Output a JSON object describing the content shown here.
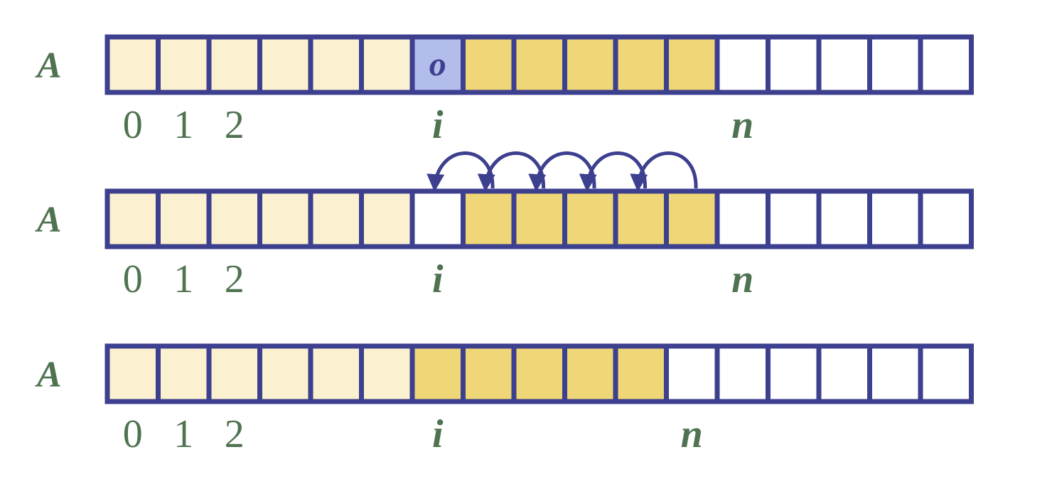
{
  "colors": {
    "border": "#3d3f8f",
    "filled_light": "#fbf0cf",
    "filled_dark": "#efd676",
    "removed": "#b3bdec",
    "empty": "#ffffff",
    "text": "#4f7350",
    "arrow": "#3d3f8f"
  },
  "rows": [
    {
      "array_label": "A",
      "cells": [
        "light",
        "light",
        "light",
        "light",
        "light",
        "light",
        "removed",
        "dark",
        "dark",
        "dark",
        "dark",
        "dark",
        "empty",
        "empty",
        "empty",
        "empty",
        "empty"
      ],
      "removed_element_label": "o",
      "index_labels": [
        "0",
        "1",
        "2"
      ],
      "var_i": "i",
      "var_n": "n",
      "i_cell": 6,
      "n_cell": 12,
      "shift_arrows": 0
    },
    {
      "array_label": "A",
      "cells": [
        "light",
        "light",
        "light",
        "light",
        "light",
        "light",
        "empty",
        "dark",
        "dark",
        "dark",
        "dark",
        "dark",
        "empty",
        "empty",
        "empty",
        "empty",
        "empty"
      ],
      "index_labels": [
        "0",
        "1",
        "2"
      ],
      "var_i": "i",
      "var_n": "n",
      "i_cell": 6,
      "n_cell": 12,
      "shift_arrows": 5
    },
    {
      "array_label": "A",
      "cells": [
        "light",
        "light",
        "light",
        "light",
        "light",
        "light",
        "dark",
        "dark",
        "dark",
        "dark",
        "dark",
        "empty",
        "empty",
        "empty",
        "empty",
        "empty",
        "empty"
      ],
      "index_labels": [
        "0",
        "1",
        "2"
      ],
      "var_i": "i",
      "var_n": "n",
      "i_cell": 6,
      "n_cell": 11,
      "shift_arrows": 0
    }
  ]
}
